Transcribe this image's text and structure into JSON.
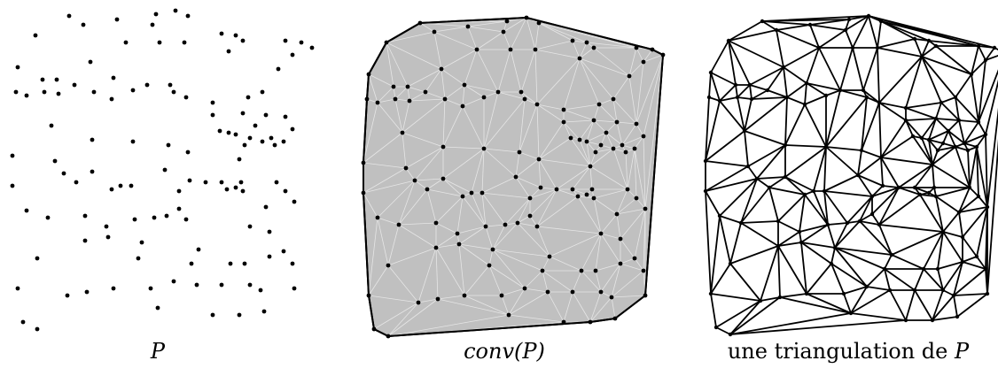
{
  "captions": {
    "panel1": "P",
    "panel2": "conv(P)",
    "panel3_prefix": "une triangulation de ",
    "panel3_symbol": "P"
  },
  "colors": {
    "hull_fill": "#c0c0c0",
    "inner_edges_light": "#e6e6e6",
    "edges": "#000000",
    "points": "#000000"
  }
}
